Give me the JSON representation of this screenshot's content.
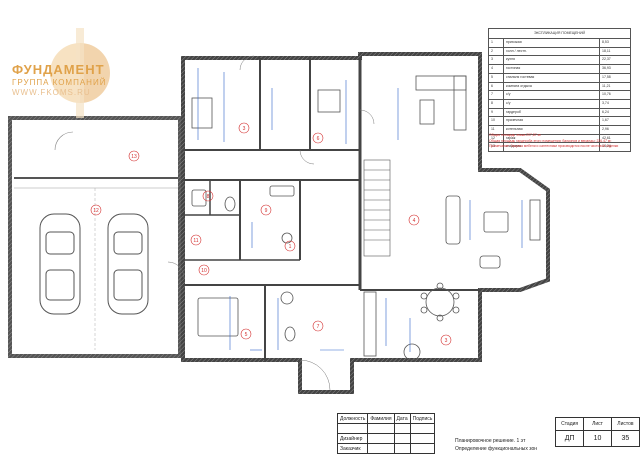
{
  "logo": {
    "name": "ФУНДАМЕНТ",
    "subtitle": "ГРУППА КОМПАНИЙ",
    "url": "WWW.FKOMS.RU",
    "brand_color": "#e0a24a"
  },
  "explication": {
    "title": "ЭКСПЛИКАЦИЯ ПОМЕЩЕНИЙ",
    "rows": [
      {
        "num": "1",
        "name": "прихожая",
        "area": "8,53"
      },
      {
        "num": "2",
        "name": "холл / лестн.",
        "area": "18,11"
      },
      {
        "num": "3",
        "name": "кухня",
        "area": "22,37"
      },
      {
        "num": "4",
        "name": "гостиная",
        "area": "36,93"
      },
      {
        "num": "5",
        "name": "спальня гостевая",
        "area": "17,58"
      },
      {
        "num": "6",
        "name": "комната отдыха",
        "area": "11,21"
      },
      {
        "num": "7",
        "name": "с/у",
        "area": "10,76"
      },
      {
        "num": "8",
        "name": "с/у",
        "area": "3,74"
      },
      {
        "num": "9",
        "name": "гардероб",
        "area": "6,24"
      },
      {
        "num": "10",
        "name": "прачечная",
        "area": "1,67"
      },
      {
        "num": "11",
        "name": "котельная",
        "area": "2,96"
      },
      {
        "num": "12",
        "name": "гараж",
        "area": "42,61"
      },
      {
        "num": "13",
        "name": "кладовая",
        "area": "14,24"
      }
    ]
  },
  "notes": [
    "Общая площадь этажа 207,87 м²",
    "Общая площадь гардероба этого помещения: балконов и веранды: 226,47 м²",
    "Примечание: Закупка мебели и сантехники производится после чистовой отделки"
  ],
  "room_labels": [
    "1",
    "2",
    "3",
    "4",
    "5",
    "6",
    "7",
    "8",
    "9",
    "10",
    "11",
    "12",
    "13"
  ],
  "stamp": {
    "headers": [
      "Должность",
      "Фамилия",
      "Дата",
      "Подпись"
    ],
    "rows": [
      "Дизайнер",
      "Заказчик"
    ],
    "sheet_headers": [
      "Стадия",
      "Лист",
      "Листов"
    ],
    "sheet_values": [
      "ДП",
      "10",
      "35"
    ],
    "title_line1": "Планировочное решение. 1 эт",
    "title_line2": "Определение функциональных зон"
  },
  "colors": {
    "wall": "#444444",
    "hatch": "#9a9a9a",
    "dim": "#2f63c9",
    "label": "#d43030"
  }
}
